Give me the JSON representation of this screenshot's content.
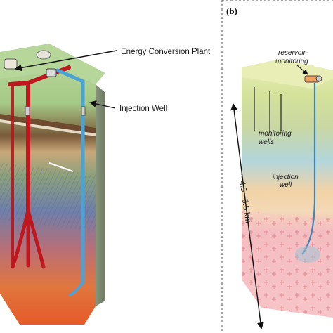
{
  "panel_a": {
    "labels": {
      "plant": "Energy Conversion Plant",
      "injection": "Injection Well"
    }
  },
  "panel_b": {
    "tag": "(b)",
    "labels": {
      "reservoir_line1": "reservoir-",
      "reservoir_line2": "monitoring",
      "monitoring_line1": "monitoring",
      "monitoring_line2": "wells",
      "injection_line1": "injection",
      "injection_line2": "well",
      "depth": "~ 4.5 - 5.5 km"
    }
  },
  "colors": {
    "production_pipe": "#c0171f",
    "injection_pipe": "#4aa3d6",
    "surface_green": "#a9c98a",
    "reservoir_pink": "#f0a6ad"
  }
}
